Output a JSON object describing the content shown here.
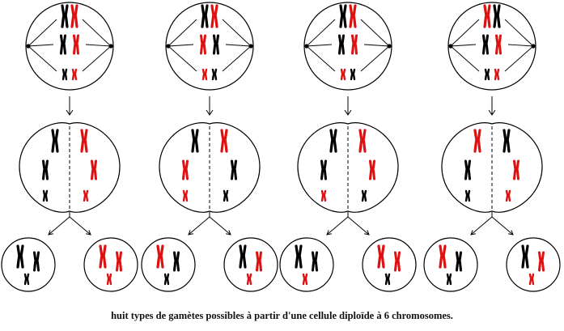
{
  "caption": "huit types de gamètes possibles à partir d'une cellule diploïde à 6 chromosomes.",
  "colors": {
    "paternal": "#000000",
    "maternal": "#e01010",
    "outline": "#000000"
  },
  "icons": [
    "arrow-down-icon",
    "split-arrow-icon"
  ],
  "chromosome_pair_sizes": [
    "large",
    "medium",
    "small"
  ],
  "columns": [
    {
      "metaphase": [
        [
          "black",
          "red"
        ],
        [
          "black",
          "red"
        ],
        [
          "black",
          "red"
        ]
      ],
      "gametes": [
        [
          "black",
          "black",
          "black"
        ],
        [
          "red",
          "red",
          "red"
        ]
      ]
    },
    {
      "metaphase": [
        [
          "black",
          "red"
        ],
        [
          "red",
          "black"
        ],
        [
          "red",
          "black"
        ]
      ],
      "gametes": [
        [
          "red",
          "black",
          "black"
        ],
        [
          "black",
          "red",
          "red"
        ]
      ]
    },
    {
      "metaphase": [
        [
          "black",
          "red"
        ],
        [
          "black",
          "red"
        ],
        [
          "red",
          "black"
        ]
      ],
      "gametes": [
        [
          "black",
          "black",
          "red"
        ],
        [
          "red",
          "red",
          "black"
        ]
      ]
    },
    {
      "metaphase": [
        [
          "red",
          "black"
        ],
        [
          "black",
          "red"
        ],
        [
          "black",
          "red"
        ]
      ],
      "gametes": [
        [
          "red",
          "black",
          "black"
        ],
        [
          "black",
          "red",
          "red"
        ]
      ]
    }
  ]
}
